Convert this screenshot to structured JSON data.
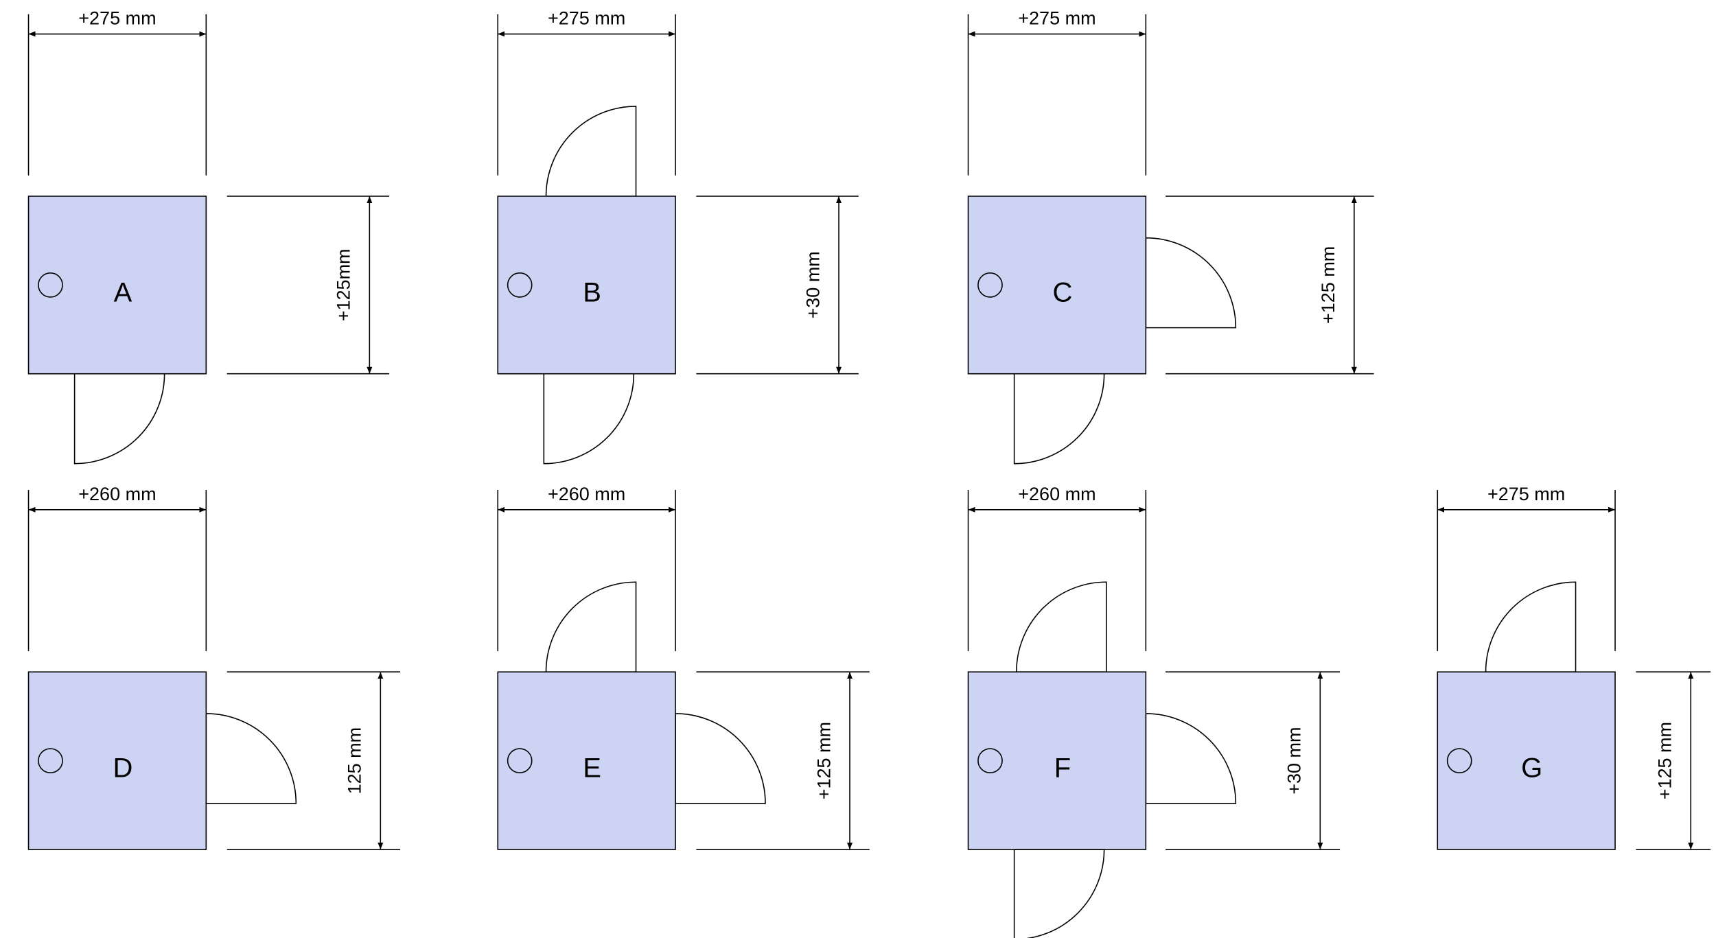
{
  "units": [
    {
      "label": "A",
      "width": "+275 mm",
      "height": "+125mm",
      "doors": [
        "bottom"
      ]
    },
    {
      "label": "B",
      "width": "+275 mm",
      "height": "+30 mm",
      "doors": [
        "top",
        "bottom"
      ]
    },
    {
      "label": "C",
      "width": "+275 mm",
      "height": "+125 mm",
      "doors": [
        "right",
        "bottom"
      ]
    },
    {
      "label": "D",
      "width": "+260 mm",
      "height": "125 mm",
      "doors": [
        "right"
      ]
    },
    {
      "label": "E",
      "width": "+260 mm",
      "height": "+125 mm",
      "doors": [
        "top",
        "right"
      ]
    },
    {
      "label": "F",
      "width": "+260 mm",
      "height": "+30 mm",
      "doors": [
        "top",
        "right",
        "bottom"
      ]
    },
    {
      "label": "G",
      "width": "+275 mm",
      "height": "+125 mm",
      "doors": [
        "top"
      ]
    }
  ]
}
